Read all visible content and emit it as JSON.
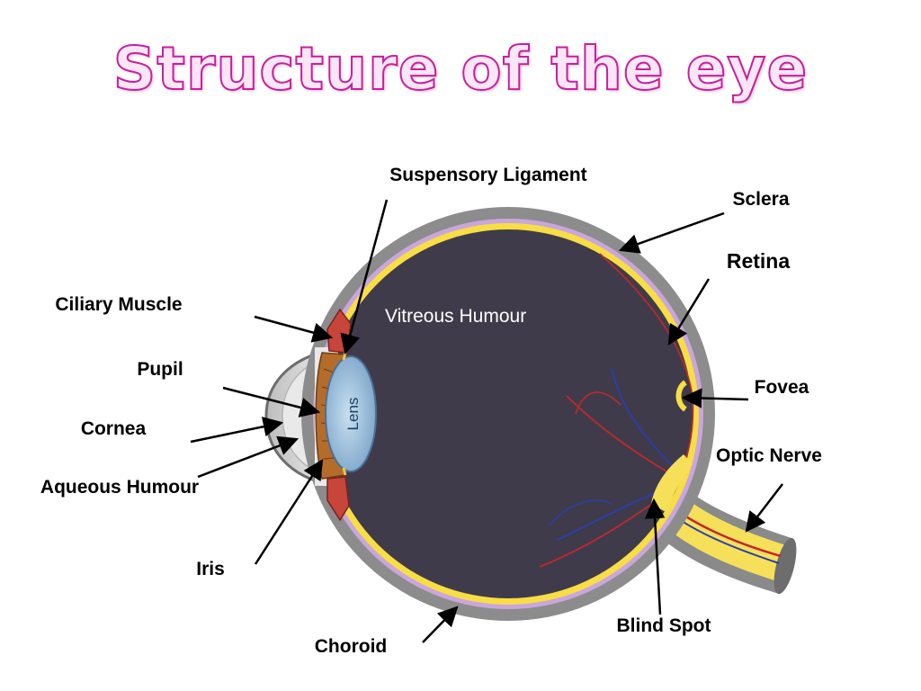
{
  "title": "Structure of the eye",
  "labels": {
    "suspensory_ligament": "Suspensory Ligament",
    "sclera": "Sclera",
    "retina": "Retina",
    "ciliary_muscle": "Ciliary Muscle",
    "pupil": "Pupil",
    "cornea": "Cornea",
    "aqueous_humour": "Aqueous Humour",
    "iris": "Iris",
    "choroid": "Choroid",
    "blind_spot": "Blind Spot",
    "fovea": "Fovea",
    "optic_nerve": "Optic Nerve",
    "vitreous_humour": "Vitreous Humour",
    "lens": "Lens"
  },
  "colors": {
    "title_fill": "#fbe6f6",
    "title_stroke": "#c81f9c",
    "sclera": "#8c8c8c",
    "choroid": "#c9a6dd",
    "retina": "#f7de45",
    "vitreous": "#403b4a",
    "lens": "#9ec3e2",
    "iris": "#b46c2b",
    "ciliary": "#c8453a",
    "cornea": "#dcdcdc",
    "artery": "#c0282e",
    "vein": "#2a3ea8"
  }
}
